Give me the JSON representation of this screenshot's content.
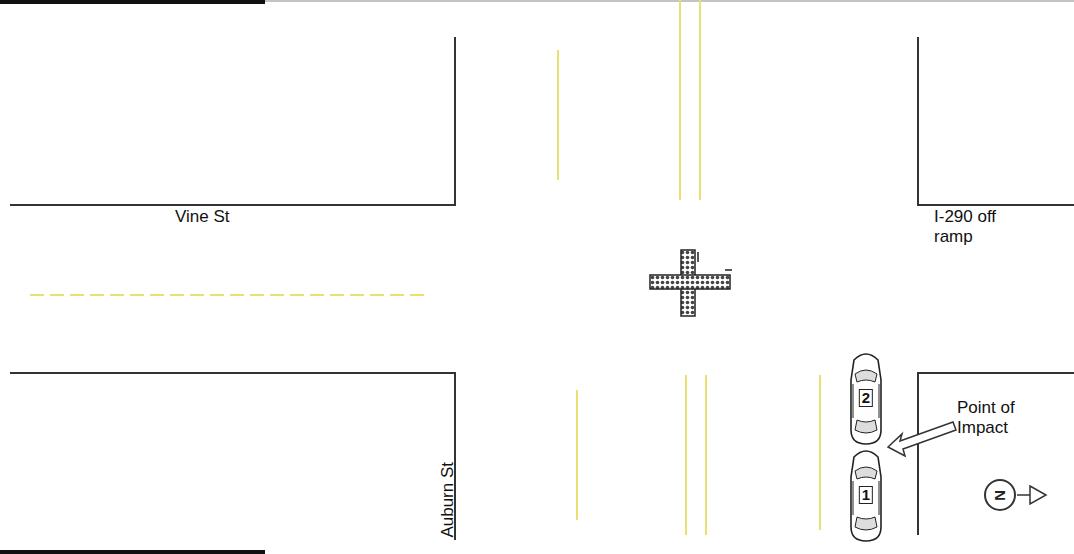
{
  "diagram": {
    "nodes": [
      {
        "text": [
          "2"
        ]
      },
      {
        "text": [
          "1"
        ]
      },
      {
        "text": [
          "N"
        ]
      }
    ],
    "labels": [
      "Vine St",
      "I-290 off ramp",
      "Auburn St",
      "Point of Impact"
    ]
  }
}
